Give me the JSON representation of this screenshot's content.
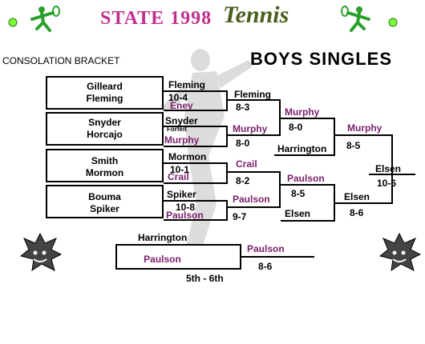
{
  "header": {
    "state_text": "STATE 1998",
    "tennis_text": "Tennis",
    "bracket_label": "CONSOLATION BRACKET",
    "event_title": "BOYS SINGLES"
  },
  "colors": {
    "title_pink": "#c0308f",
    "tennis_green": "#4b5f1e",
    "ball_green": "#7cff3a",
    "player_green": "#2aa02a",
    "winner_purple": "#7a1f6a"
  },
  "first_round": [
    {
      "line1": "Gilleard",
      "line2": "Fleming"
    },
    {
      "line1": "Snyder",
      "line2": "Horcajo"
    },
    {
      "line1": "Smith",
      "line2": "Mormon"
    },
    {
      "line1": "Bouma",
      "line2": "Spiker"
    }
  ],
  "round2": {
    "m1_top": "Fleming",
    "m1_score": "10-4",
    "m1_bottom": "Eney",
    "m2_top": "Snyder",
    "m2_note": "Forfeit",
    "m2_bottom": "Murphy",
    "m3_top": "Mormon",
    "m3_score": "10-1",
    "m3_bottom": "Crail",
    "m4_top": "Spiker",
    "m4_score": "10-8",
    "m4_bottom": "Paulson"
  },
  "round3": {
    "a_top": "Fleming",
    "a_score": "8-3",
    "a_bottom": "Murphy",
    "a_bottom_score": "8-0",
    "b_top": "Crail",
    "b_score": "8-2",
    "b_bottom": "Paulson",
    "b_bottom_score": "9-7"
  },
  "round4": {
    "top_winner": "Murphy",
    "top_score": "8-0",
    "top_opp": "Harrington",
    "bot_winner": "Paulson",
    "bot_score": "8-5",
    "bot_opp": "Elsen"
  },
  "round5": {
    "top": "Murphy",
    "score_top": "8-5",
    "bottom": "Elsen",
    "score_bottom": "8-6"
  },
  "final": {
    "winner": "Elsen",
    "score": "10-6"
  },
  "fifth_sixth": {
    "top": "Harrington",
    "box_name": "Paulson",
    "winner": "Paulson",
    "score": "8-6",
    "label": "5th - 6th"
  }
}
